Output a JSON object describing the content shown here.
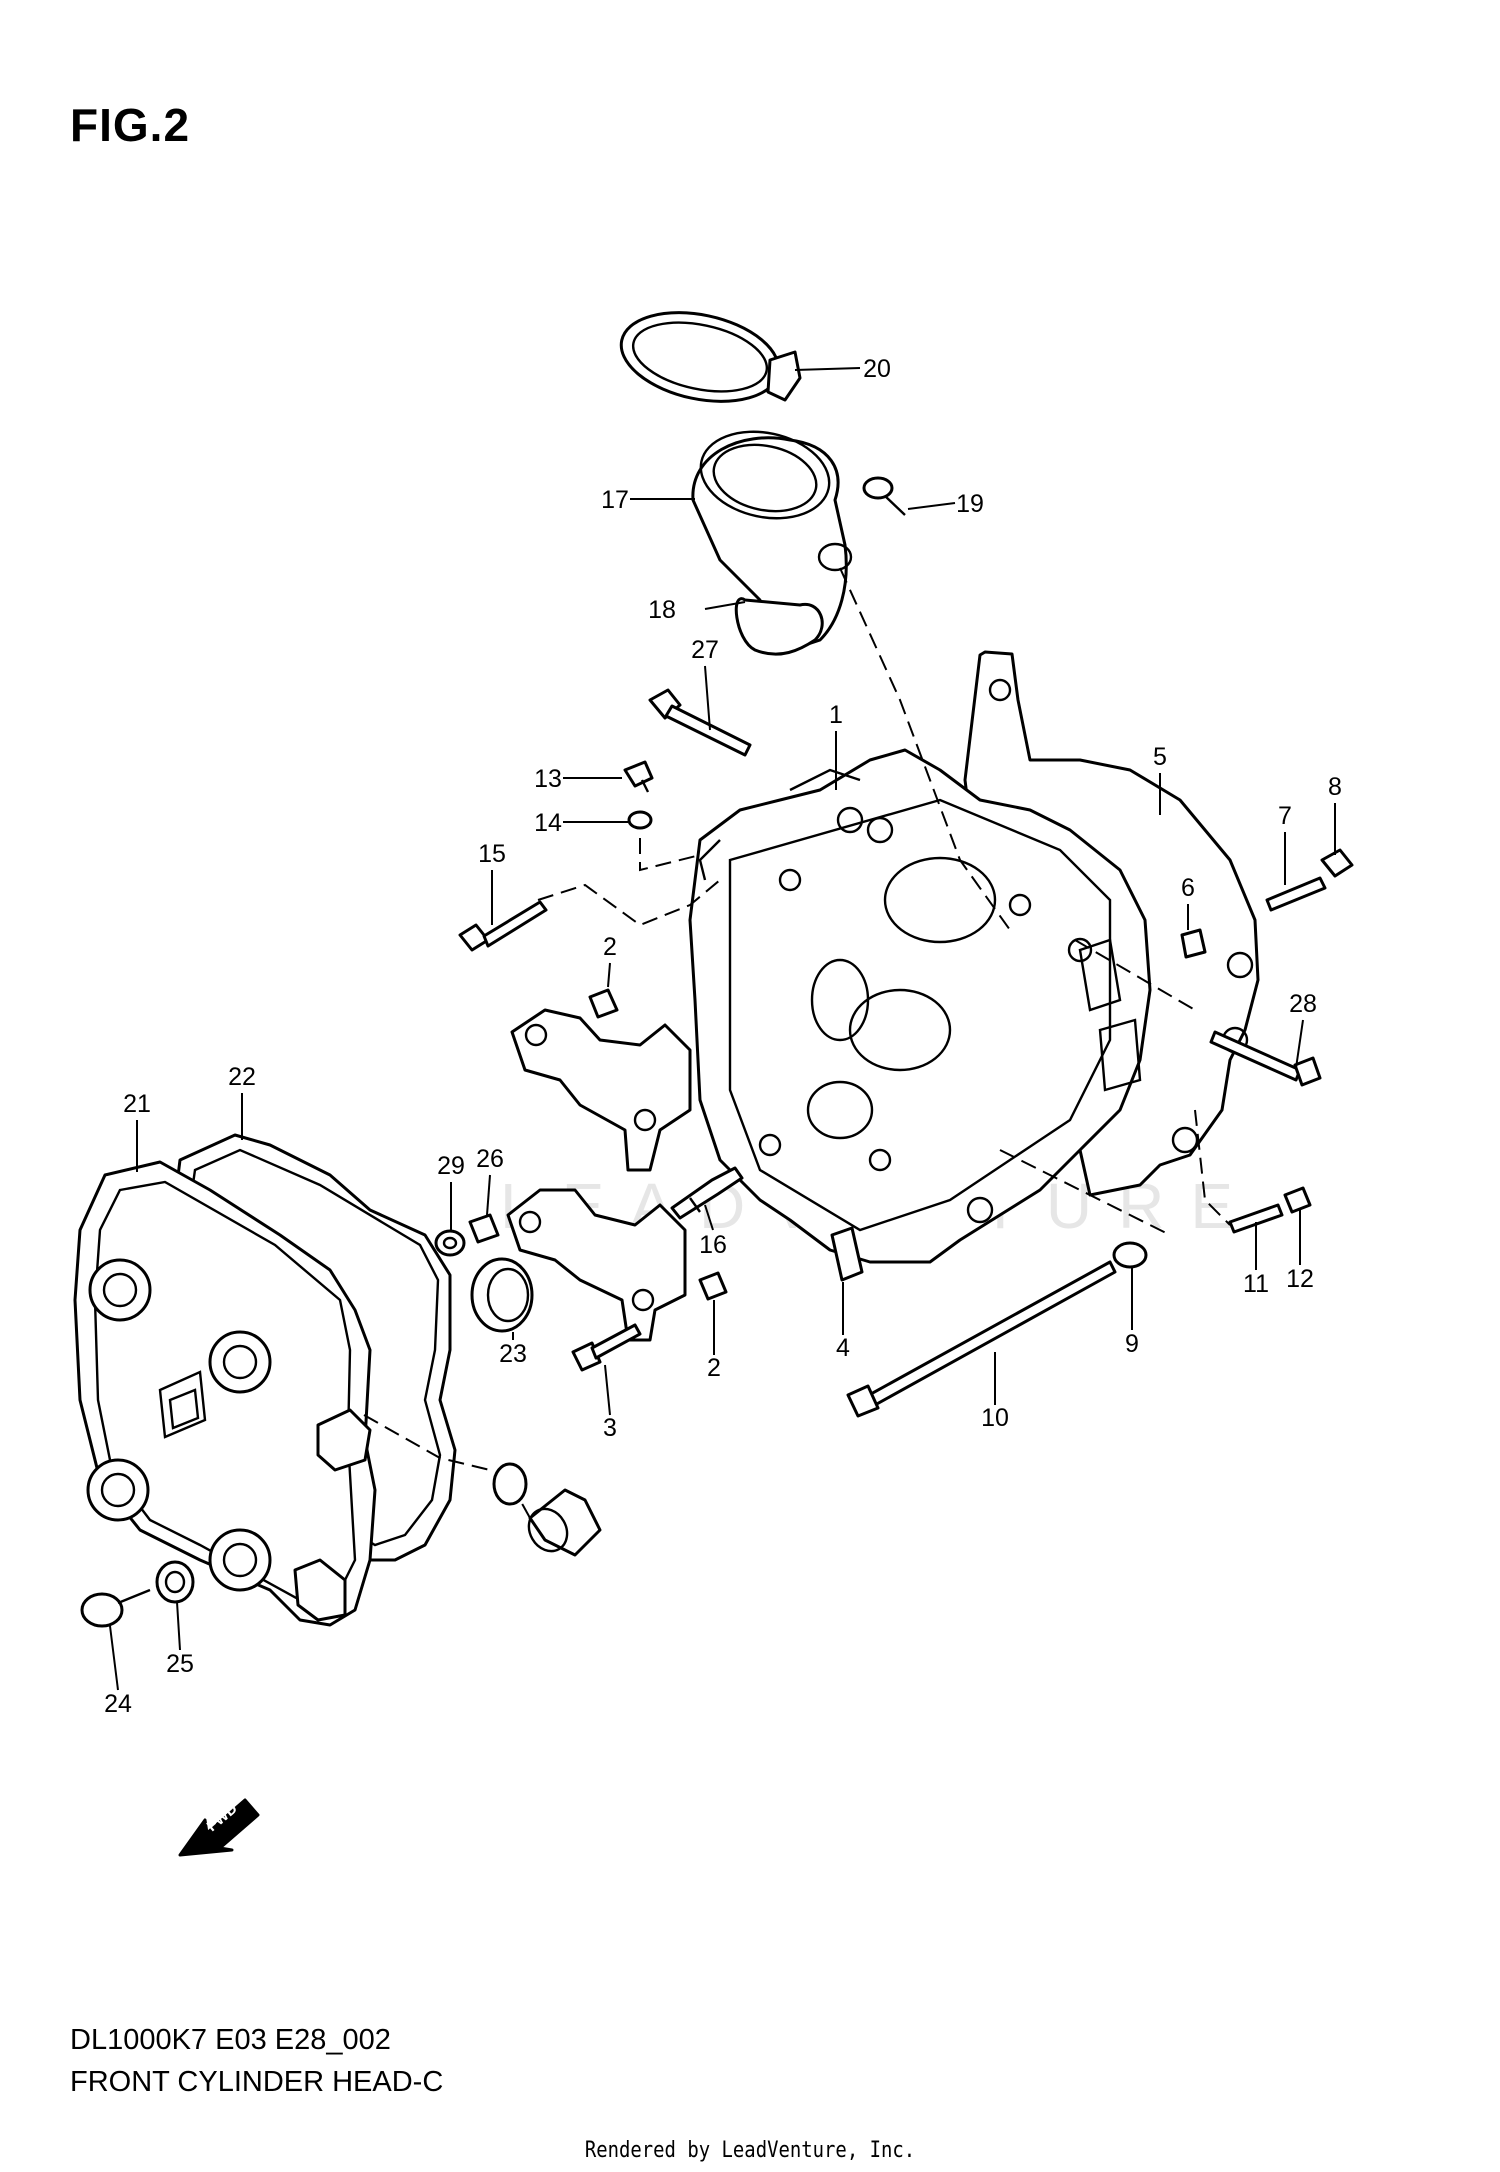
{
  "header": {
    "figure_label": "FIG.2"
  },
  "watermark": "LEADVENTURE",
  "fwd_label": "FWD",
  "callouts": [
    "1",
    "2",
    "2",
    "3",
    "4",
    "5",
    "6",
    "7",
    "8",
    "9",
    "10",
    "11",
    "12",
    "13",
    "14",
    "15",
    "16",
    "17",
    "18",
    "19",
    "20",
    "21",
    "22",
    "23",
    "24",
    "25",
    "26",
    "27",
    "28",
    "29"
  ],
  "footer": {
    "model_code": "DL1000K7 E03 E28_002",
    "diagram_name": "FRONT CYLINDER HEAD-C",
    "credit": "Rendered by LeadVenture, Inc."
  }
}
